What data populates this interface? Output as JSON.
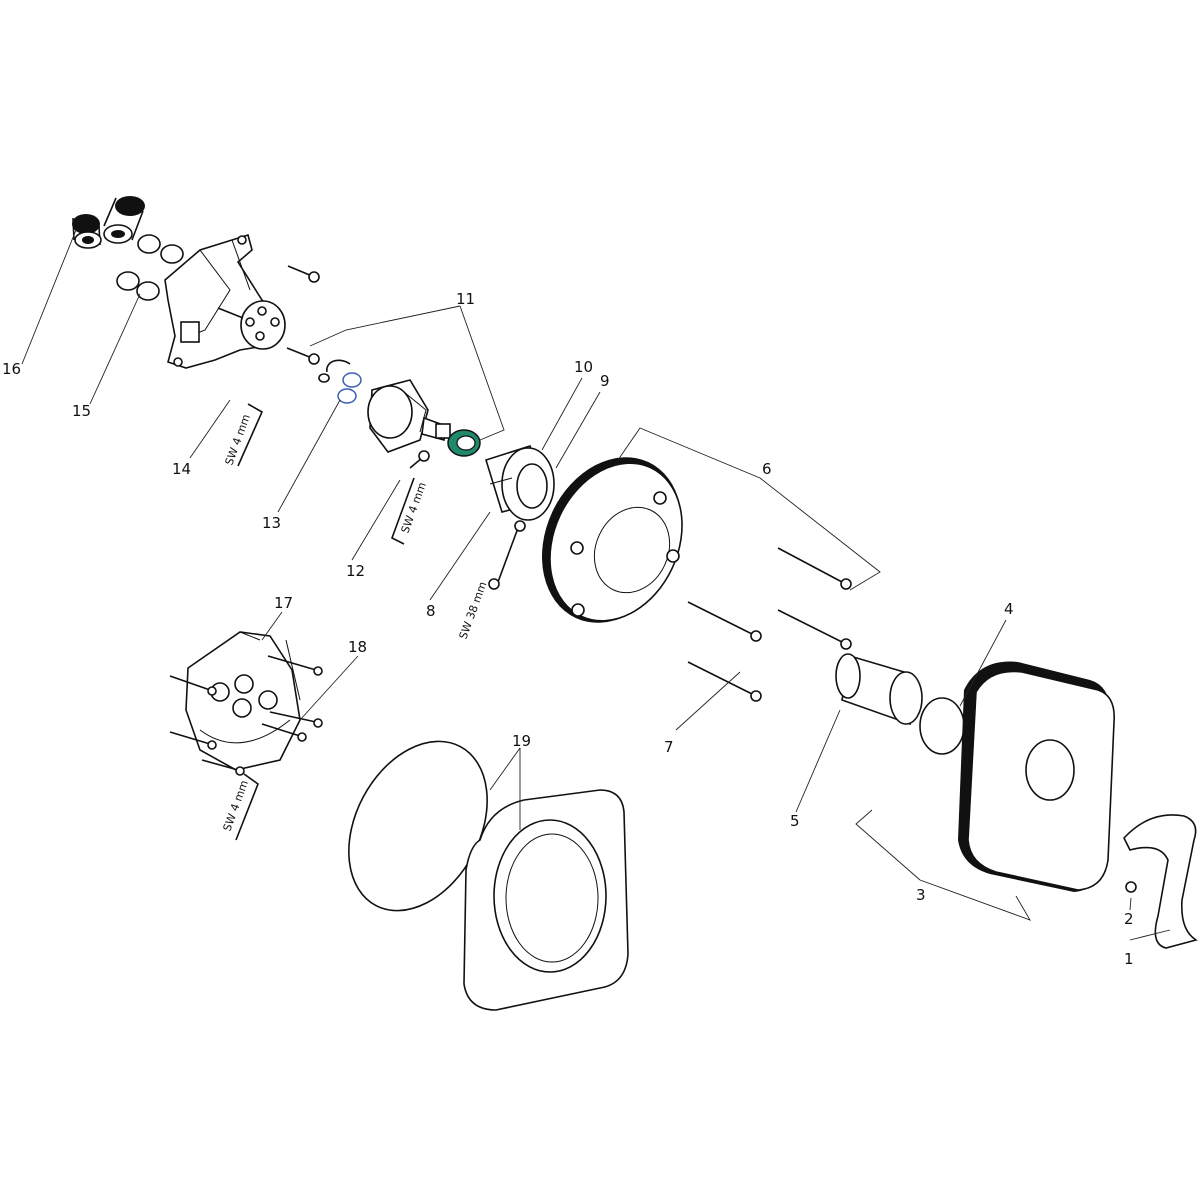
{
  "diagram": {
    "callouts": [
      {
        "id": "1",
        "text": "1"
      },
      {
        "id": "2",
        "text": "2"
      },
      {
        "id": "3",
        "text": "3"
      },
      {
        "id": "4",
        "text": "4"
      },
      {
        "id": "5",
        "text": "5"
      },
      {
        "id": "6",
        "text": "6"
      },
      {
        "id": "7",
        "text": "7"
      },
      {
        "id": "8",
        "text": "8"
      },
      {
        "id": "9",
        "text": "9"
      },
      {
        "id": "10",
        "text": "10"
      },
      {
        "id": "11",
        "text": "11"
      },
      {
        "id": "12",
        "text": "12"
      },
      {
        "id": "13",
        "text": "13"
      },
      {
        "id": "14",
        "text": "14"
      },
      {
        "id": "15",
        "text": "15"
      },
      {
        "id": "16",
        "text": "16"
      },
      {
        "id": "17",
        "text": "17"
      },
      {
        "id": "18",
        "text": "18"
      },
      {
        "id": "19",
        "text": "19"
      }
    ],
    "tool_labels": {
      "hex_key_14": "SW 4 mm",
      "hex_key_12": "SW 4 mm",
      "wrench_8": "SW 38 mm",
      "hex_key_17": "SW 4 mm"
    },
    "colors": {
      "line": "#111111",
      "oring_blue": "#3a5fb0",
      "nut_green": "#1f8a6a"
    }
  }
}
